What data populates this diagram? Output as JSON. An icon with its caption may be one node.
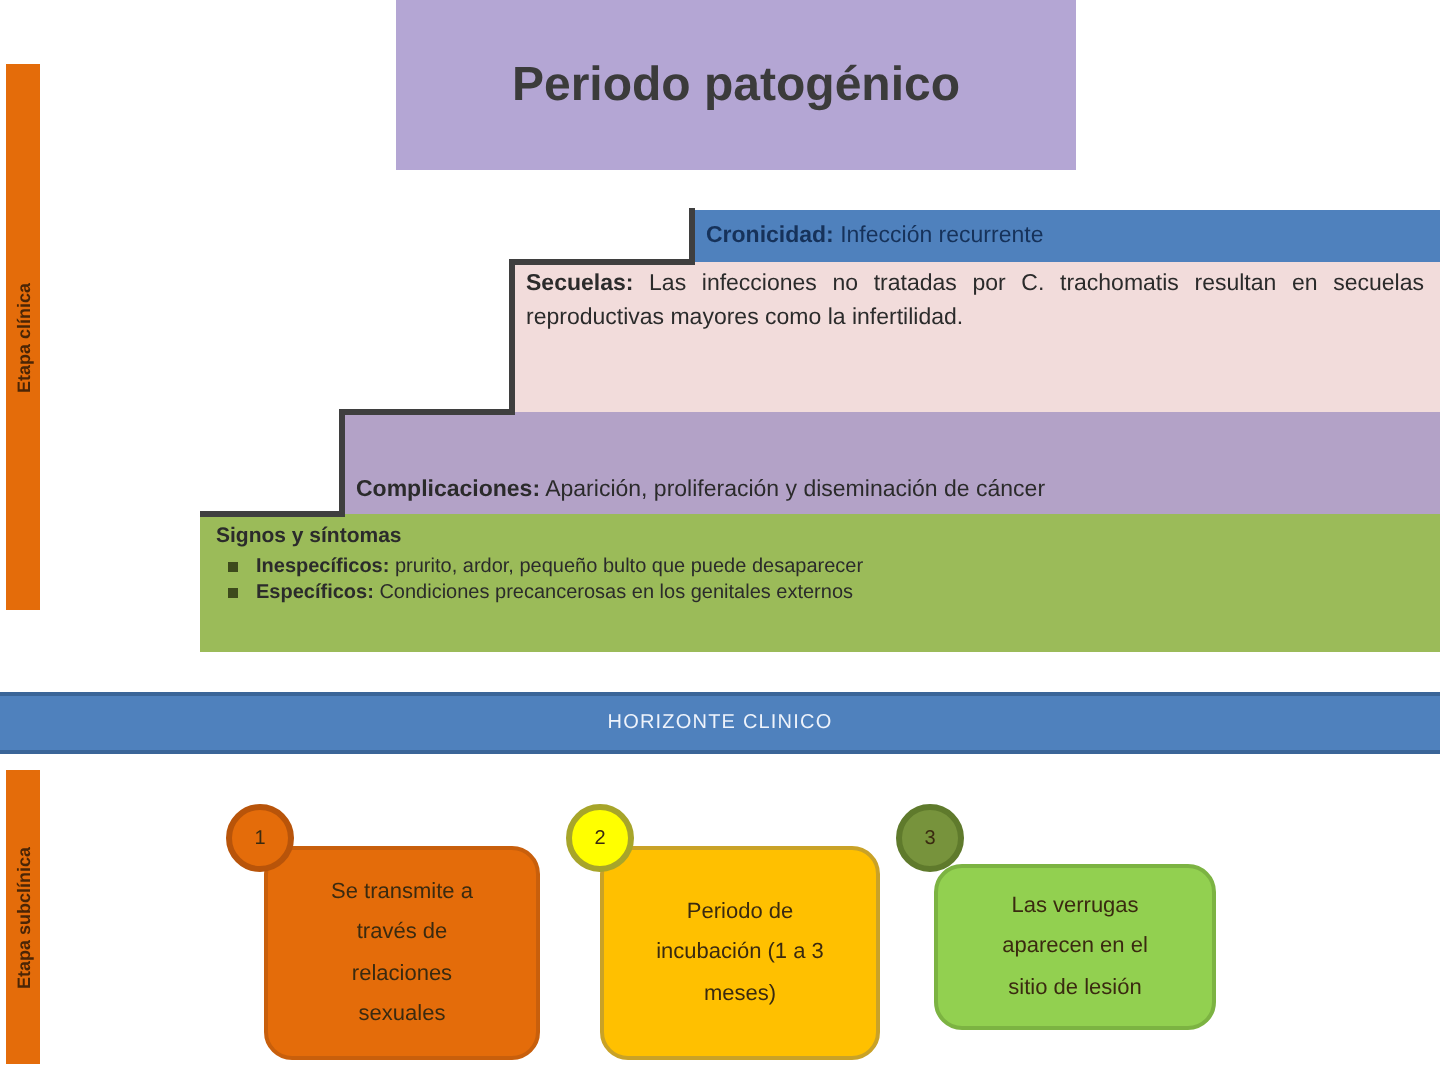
{
  "diagram": {
    "title": "Periodo patogénico",
    "nodes": [
      {
        "text": [
          "Etapa clínica"
        ]
      },
      {
        "text": [
          "**Cronicidad:** Infección recurrente"
        ]
      },
      {
        "text": [
          "**Secuelas:** Las infecciones no tratadas por C. trachomatis resultan en secuelas reproductivas mayores como la infertilidad."
        ]
      },
      {
        "text": [
          "**Complicaciones:** Aparición, proliferación y diseminación de cáncer"
        ]
      },
      {
        "text": [
          "Signos y síntomas",
          "**Inespecíficos:** prurito, ardor, pequeño bulto que puede desaparecer",
          "**Específicos:** Condiciones precancerosas en los genitales externos"
        ]
      },
      {
        "text": [
          "HORIZONTE CLINICO"
        ]
      },
      {
        "text": [
          "Etapa subclínica"
        ]
      },
      {
        "text": [
          "1"
        ]
      },
      {
        "text": [
          "Se transmite a través de relaciones sexuales"
        ]
      },
      {
        "text": [
          "2"
        ]
      },
      {
        "text": [
          "Periodo de incubación (1 a 3 meses)"
        ]
      },
      {
        "text": [
          "3"
        ]
      },
      {
        "text": [
          "Las verrugas aparecen en el sitio de lesión"
        ]
      }
    ]
  }
}
